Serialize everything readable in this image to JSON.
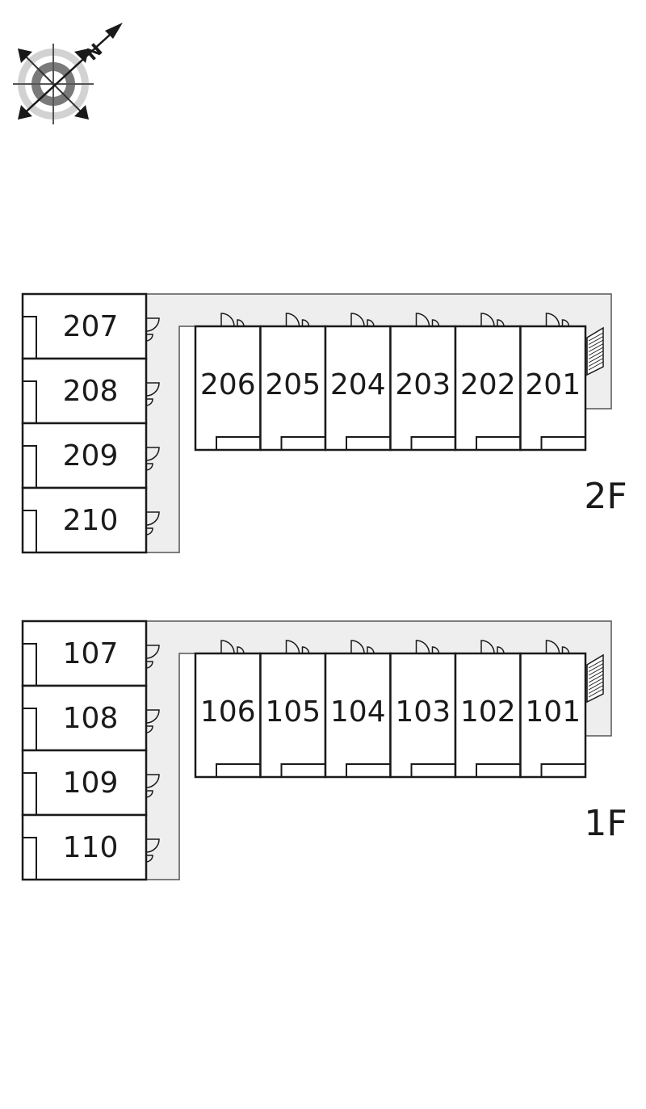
{
  "compass": {
    "label": "N"
  },
  "floors": [
    {
      "label": "2F",
      "side_units": [
        "207",
        "208",
        "209",
        "210"
      ],
      "row_units": [
        "206",
        "205",
        "204",
        "203",
        "202",
        "201"
      ]
    },
    {
      "label": "1F",
      "side_units": [
        "107",
        "108",
        "109",
        "110"
      ],
      "row_units": [
        "106",
        "105",
        "104",
        "103",
        "102",
        "101"
      ]
    }
  ],
  "colors": {
    "corridor": "#eeeeee",
    "wall": "#1a1a1a",
    "corridor_edge": "#555555"
  }
}
